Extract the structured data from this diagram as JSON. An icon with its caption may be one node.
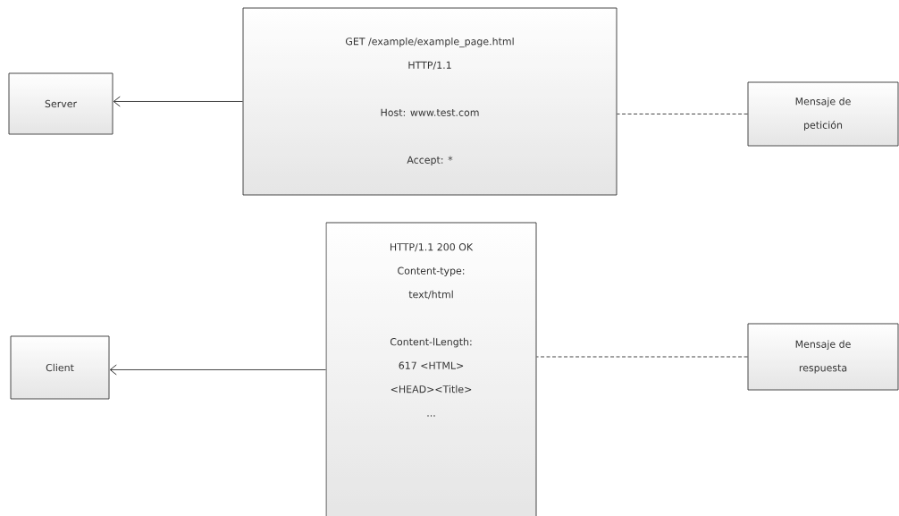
{
  "diagram": {
    "nodes": [
      {
        "text": [
          "Server"
        ]
      },
      {
        "text": [
          "GET /example/example_page.html HTTP/1.1",
          "Host: www.test.com",
          "Accept: *"
        ]
      },
      {
        "text": [
          "Mensaje de petición"
        ]
      },
      {
        "text": [
          "Client"
        ]
      },
      {
        "text": [
          "HTTP/1.1 200 OK Content-type: text/html",
          "Content-lLength: 617 <HTML> <HEAD><Title> ..."
        ]
      },
      {
        "text": [
          "Mensaje de respuesta"
        ]
      }
    ],
    "edges": [
      {
        "from": 1,
        "to": 0,
        "arrow": "to"
      },
      {
        "from": 2,
        "to": 1,
        "arrow": "none",
        "style": "dashed"
      },
      {
        "from": 4,
        "to": 3,
        "arrow": "to"
      },
      {
        "from": 5,
        "to": 4,
        "arrow": "none",
        "style": "dashed"
      }
    ]
  }
}
